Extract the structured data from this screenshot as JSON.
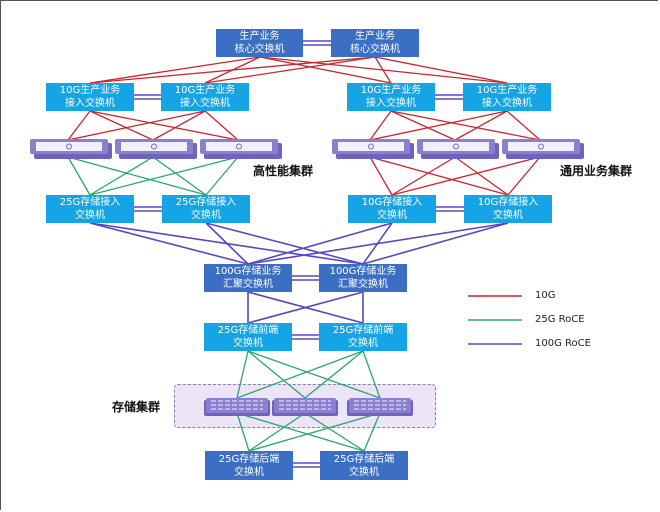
{
  "colors": {
    "link_10g": "#c8262e",
    "link_25g_roce": "#2aa66a",
    "link_100g_roce": "#5a46c0",
    "switch_dark": "#3a6fc4",
    "switch_light": "#15a5e6",
    "server_purple": "#8a7fd0",
    "storage_zone_bg": "#ece4f7"
  },
  "switches": {
    "core_left": [
      "生产业务",
      "核心交换机"
    ],
    "core_right": [
      "生产业务",
      "核心交换机"
    ],
    "acc10_l1": [
      "10G生产业务",
      "接入交换机"
    ],
    "acc10_l2": [
      "10G生产业务",
      "接入交换机"
    ],
    "acc10_r1": [
      "10G生产业务",
      "接入交换机"
    ],
    "acc10_r2": [
      "10G生产业务",
      "接入交换机"
    ],
    "st25_l1": [
      "25G存储接入",
      "交换机"
    ],
    "st25_l2": [
      "25G存储接入",
      "交换机"
    ],
    "st10_r1": [
      "10G存储接入",
      "交换机"
    ],
    "st10_r2": [
      "10G存储接入",
      "交换机"
    ],
    "agg100_l": [
      "100G存储业务",
      "汇聚交换机"
    ],
    "agg100_r": [
      "100G存储业务",
      "汇聚交换机"
    ],
    "front25_l": [
      "25G存储前端",
      "交换机"
    ],
    "front25_r": [
      "25G存储前端",
      "交换机"
    ],
    "back25_l": [
      "25G存储后端",
      "交换机"
    ],
    "back25_r": [
      "25G存储后端",
      "交换机"
    ]
  },
  "clusters": {
    "hpc": "高性能集群",
    "general": "通用业务集群",
    "storage": "存储集群"
  },
  "legend": [
    {
      "label": "10G",
      "color_key": "link_10g"
    },
    {
      "label": "25G RoCE",
      "color_key": "link_25g_roce"
    },
    {
      "label": "100G RoCE",
      "color_key": "link_100g_roce"
    }
  ]
}
